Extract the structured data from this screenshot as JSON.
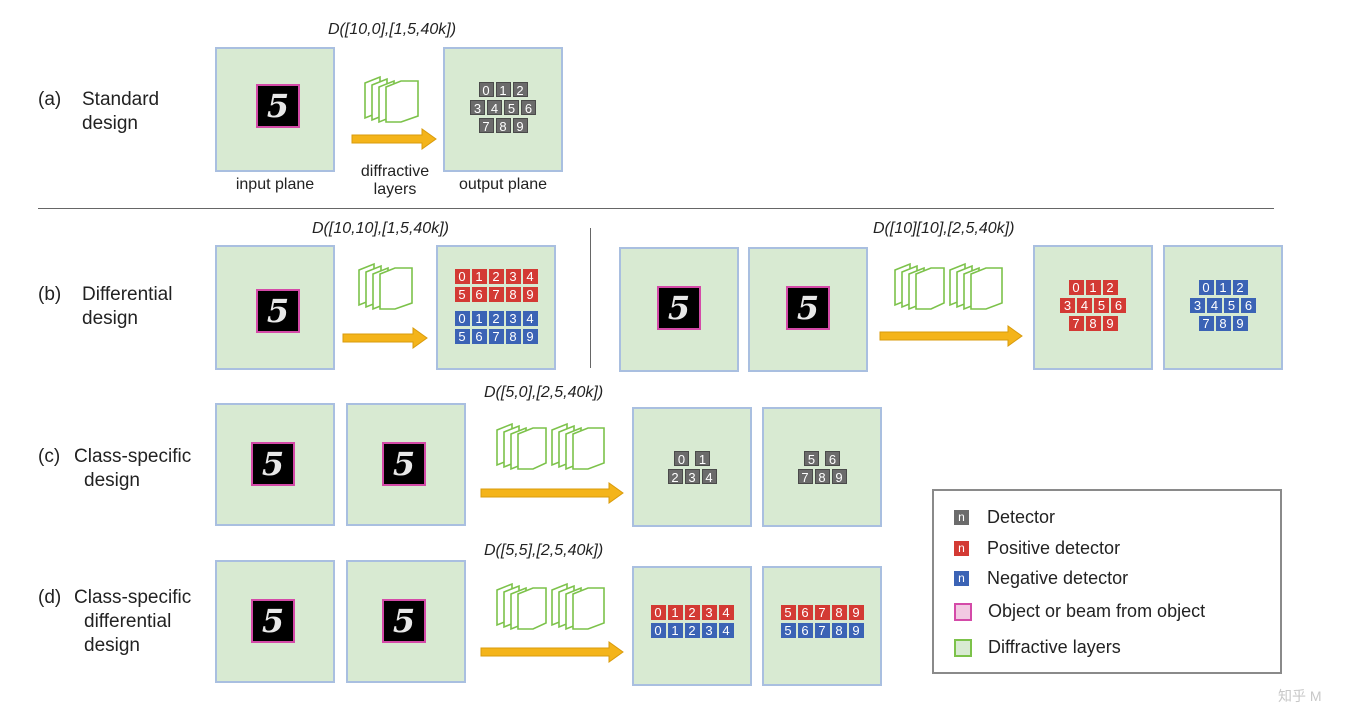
{
  "rows": {
    "a": {
      "tag": "(a)",
      "name": [
        "Standard",
        "design"
      ]
    },
    "b": {
      "tag": "(b)",
      "name": [
        "Differential",
        "design"
      ]
    },
    "c": {
      "tag": "(c)",
      "name": [
        "Class-specific",
        "design"
      ]
    },
    "d": {
      "tag": "(d)",
      "name": [
        "Class-specific",
        "differential",
        "design"
      ]
    }
  },
  "configs": {
    "a": "D([10,0],[1,5,40k])",
    "b_left": "D([10,10],[1,5,40k])",
    "b_right": "D([10][10],[2,5,40k])",
    "c": "D([5,0],[2,5,40k])",
    "d": "D([5,5],[2,5,40k])"
  },
  "captions": {
    "input_plane": "input plane",
    "diffractive_layers": [
      "diffractive",
      "layers"
    ],
    "output_plane": "output plane"
  },
  "digit": "5",
  "detectors": {
    "standard": [
      [
        "0",
        "1",
        "2"
      ],
      [
        "3",
        "4",
        "5",
        "6"
      ],
      [
        "7",
        "8",
        "9"
      ]
    ],
    "diff_two_rows": [
      [
        "0",
        "1",
        "2",
        "3",
        "4"
      ],
      [
        "5",
        "6",
        "7",
        "8",
        "9"
      ]
    ],
    "class_c1": [
      [
        "0",
        "1"
      ],
      [
        "2",
        "3",
        "4"
      ]
    ],
    "class_c2": [
      [
        "5",
        "6"
      ],
      [
        "7",
        "8",
        "9"
      ]
    ],
    "d_row1": [
      "0",
      "1",
      "2",
      "3",
      "4"
    ],
    "d_row2": [
      "5",
      "6",
      "7",
      "8",
      "9"
    ]
  },
  "legend": {
    "detector": "Detector",
    "positive": "Positive detector",
    "negative": "Negative detector",
    "object": "Object or beam from object",
    "layers": "Diffractive layers",
    "symbol": "n"
  },
  "colors": {
    "plane_fill": "#d8ead2",
    "plane_border": "#a9bfe0",
    "layer_stroke": "#7cc24a",
    "arrow": "#f4b41a",
    "positive": "#d33a34",
    "negative": "#3b63b5",
    "detector": "#6b6b6b",
    "object_border": "#d44aa8"
  },
  "watermark": "知乎 M"
}
